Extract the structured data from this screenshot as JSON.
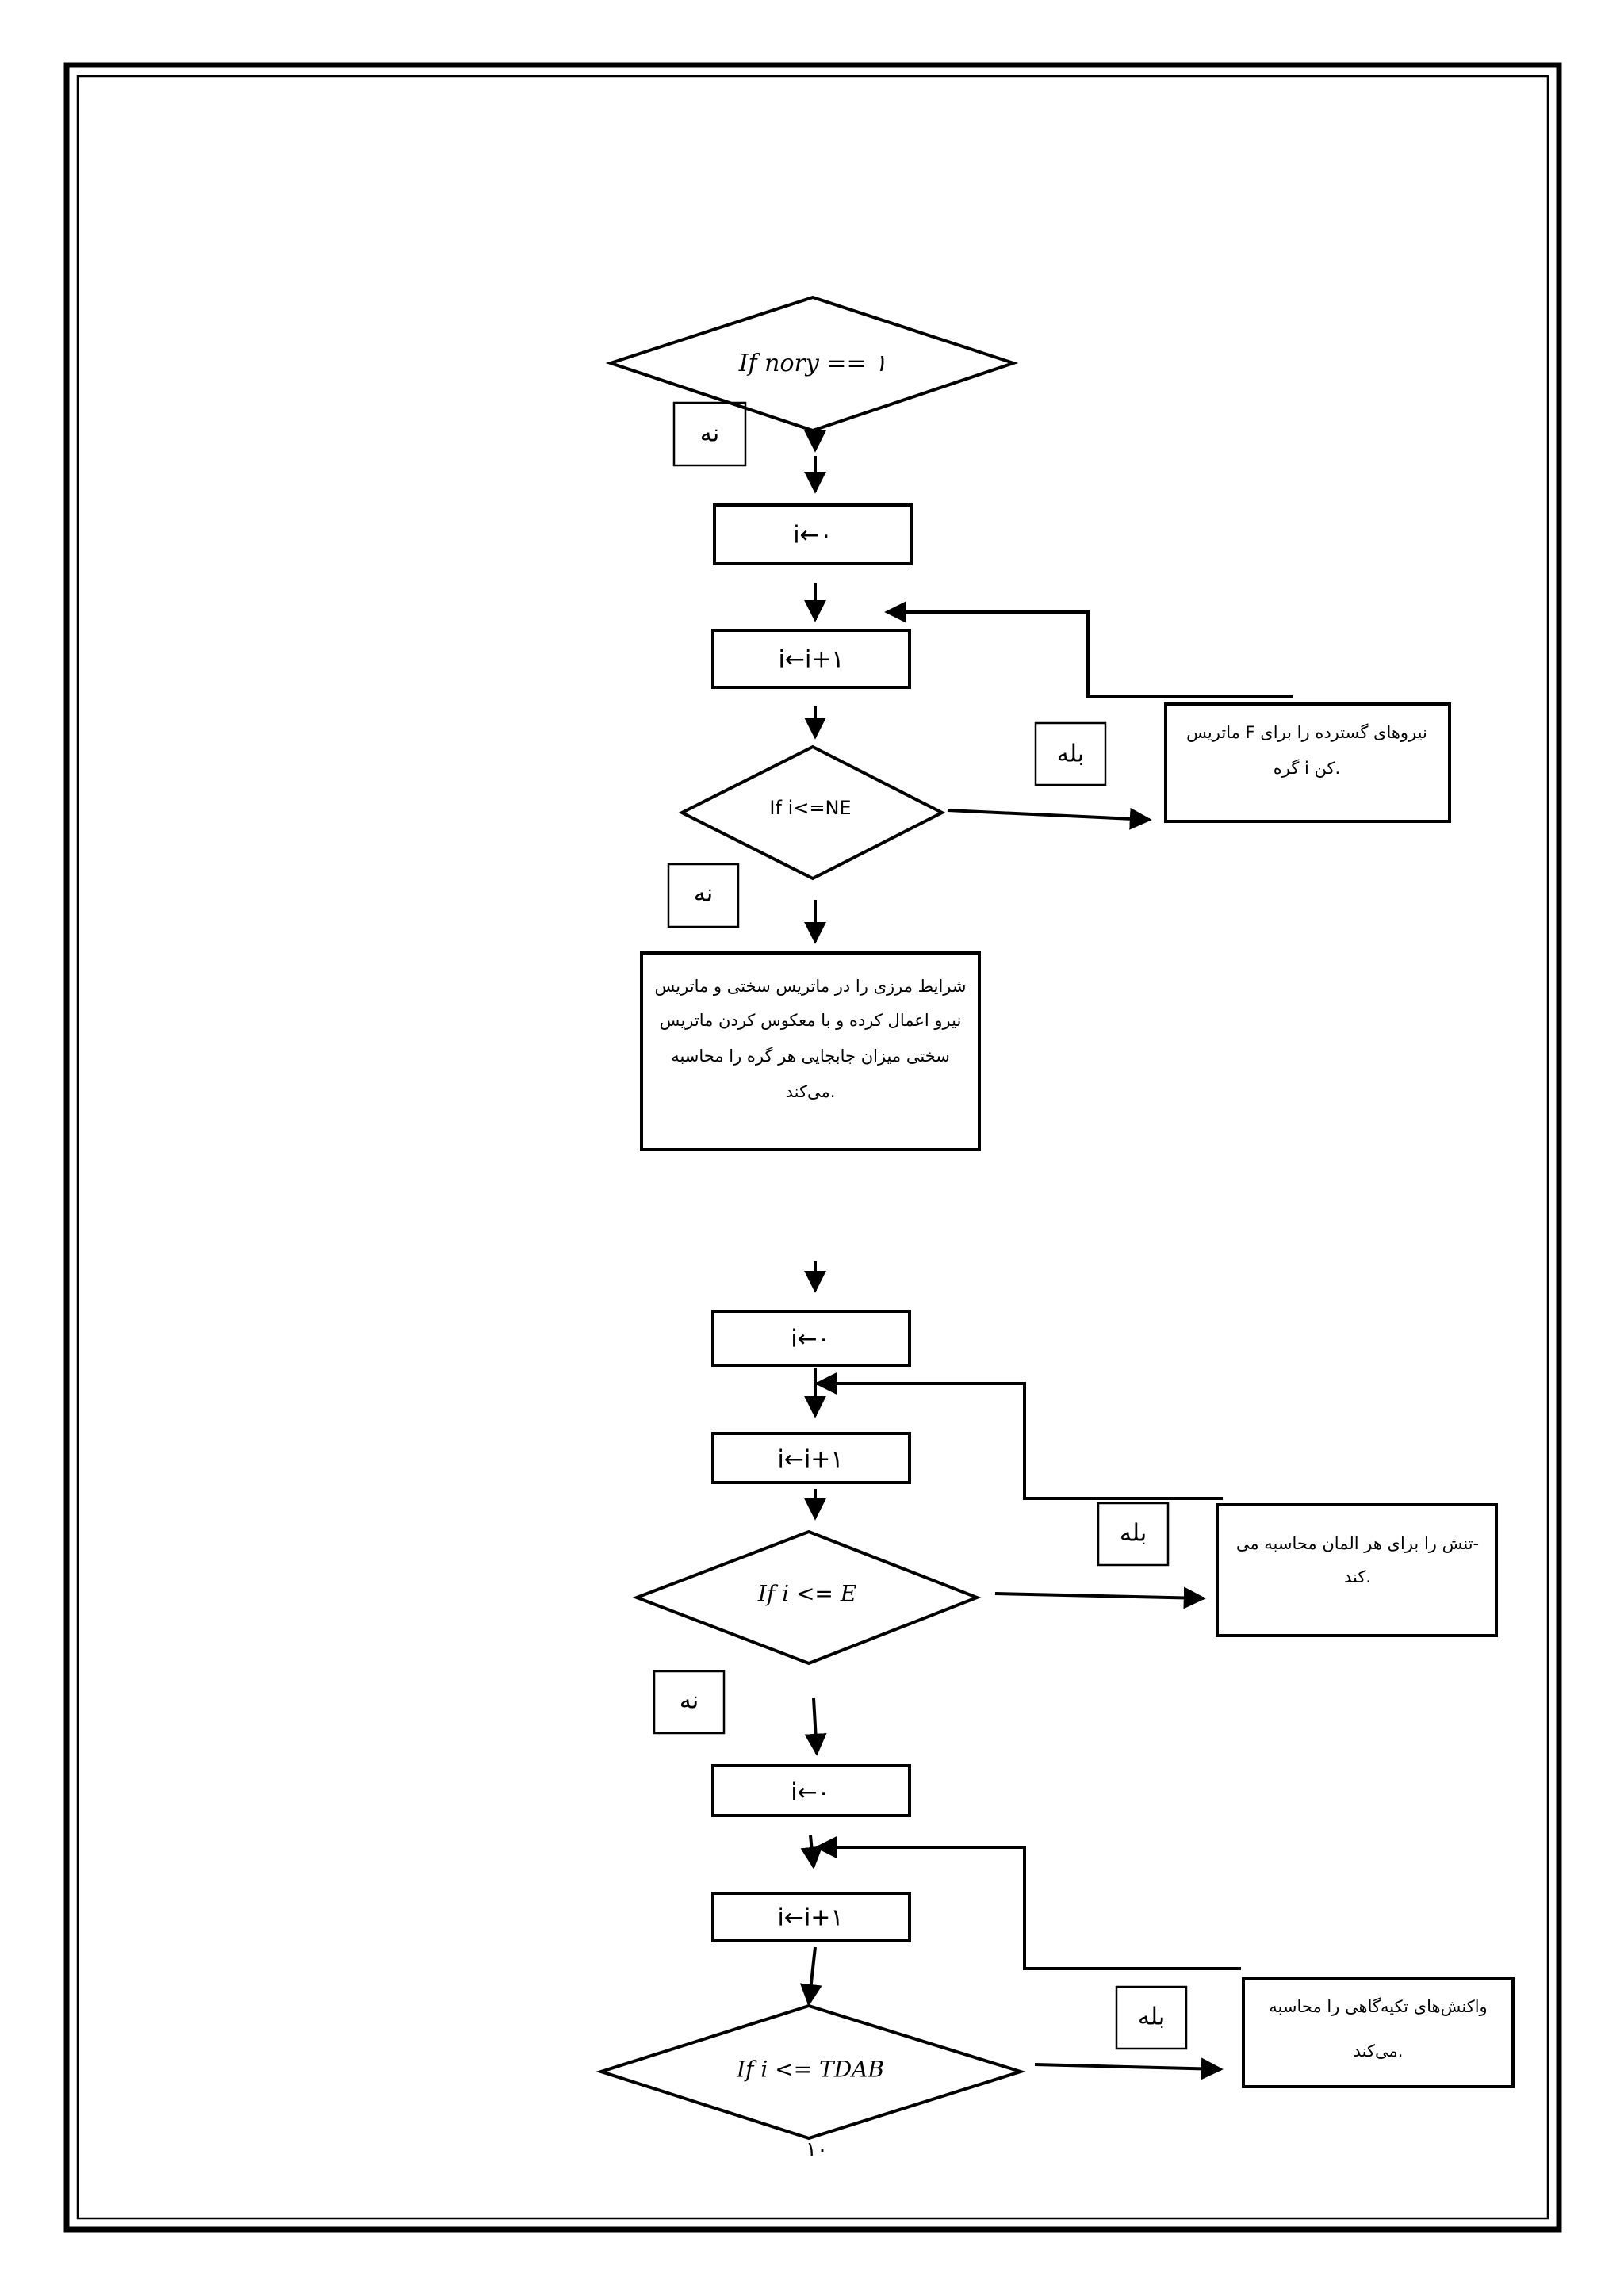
{
  "flowchart": {
    "section1": {
      "decision_nory": "If  nory == ۱",
      "label_no_1": "نه",
      "init_1": "i←۰",
      "incr_1": "i←i+۱",
      "decision_ne": "If i<=NE",
      "label_yes_1": "بله",
      "process_force_line1": "ماتریس F نیروهای گسترده را برای",
      "process_force_line2": "گره i کن.",
      "label_no_2": "نه",
      "process_bc_line1": "شرایط مرزی را در ماتریس سختی و ماتریس",
      "process_bc_line2": "نیرو اعمال کرده و با معکوس کردن ماتریس",
      "process_bc_line3": "سختی میزان جابجایی هر گره را محاسبه",
      "process_bc_line4": "می‌کند."
    },
    "section2": {
      "init_2": "i←۰",
      "incr_2": "i←i+۱",
      "decision_e": "If i <= E",
      "label_yes_2": "بله",
      "process_stress_line1": "تنش را برای هر المان محاسبه می-",
      "process_stress_line2": "کند.",
      "label_no_3": "نه"
    },
    "section3": {
      "init_3": "i←۰",
      "incr_3": "i←i+۱",
      "decision_tdab": "If i <= TDAB",
      "label_yes_3": "بله",
      "process_reaction_line1": "واکنش‌های تکیه‌گاهی را محاسبه",
      "process_reaction_line2": "می‌کند."
    },
    "page_number": "۱۰"
  }
}
